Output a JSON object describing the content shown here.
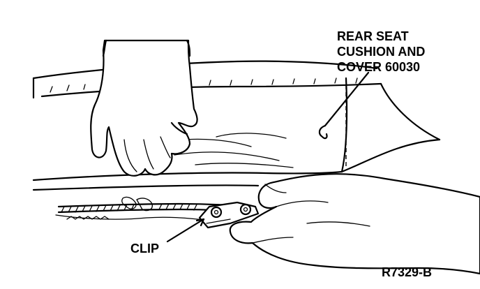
{
  "diagram": {
    "labels": {
      "seat_label_lines": [
        "REAR SEAT",
        "CUSHION AND",
        "COVER 60030"
      ],
      "clip_label": "CLIP",
      "figure_ref": "R7329-B"
    },
    "colors": {
      "ink": "#000000",
      "background": "#ffffff"
    }
  }
}
